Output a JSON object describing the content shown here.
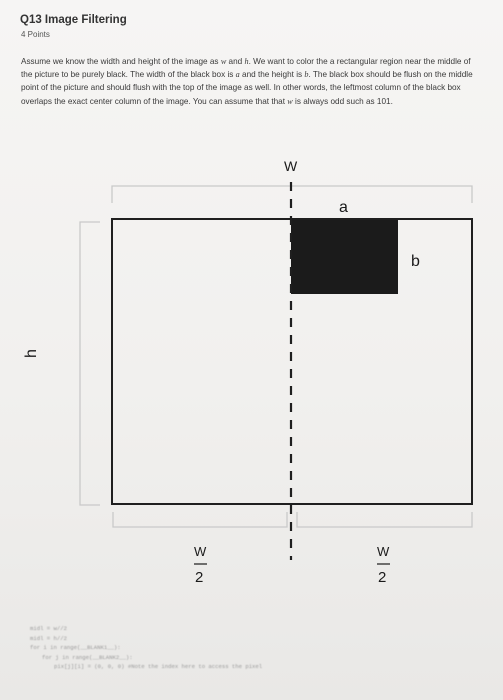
{
  "question": {
    "title": "Q13 Image Filtering",
    "points": "4 Points",
    "text": {
      "s1": "Assume we know the width and height of the image as ",
      "w": "w",
      "s2": " and ",
      "h": "h",
      "s3": ". We want to color the a rectangular region near the middle of the picture to be purely black. The width of the black box is ",
      "a": "a",
      "s4": " and the height is ",
      "b": "b",
      "s5": ". The black box should be flush on the middle point of the picture and should flush with the top of the image as well. In other words, the leftmost column of the black box overlaps the exact center column of the image. You can assume that that ",
      "w2": "w",
      "s6": " is always odd such as 101."
    }
  },
  "figure": {
    "label_w": "W",
    "label_a": "a",
    "label_b": "b",
    "label_h": "h",
    "half_left_num": "W",
    "half_left_den": "2",
    "half_right_num": "W",
    "half_right_den": "2",
    "colors": {
      "box": "#1b1b1b",
      "line": "#1f1f1f",
      "bracket": "#c9c9c9"
    }
  },
  "code": {
    "line1": "midl = w//2",
    "line2": "midl = h//2",
    "line3": "for i in range(__BLANK1__):",
    "line4": "for j in range(__BLANK2__):",
    "line5": "pix[j][i] = (0, 0, 0) #Note the index here to access the pixel"
  }
}
